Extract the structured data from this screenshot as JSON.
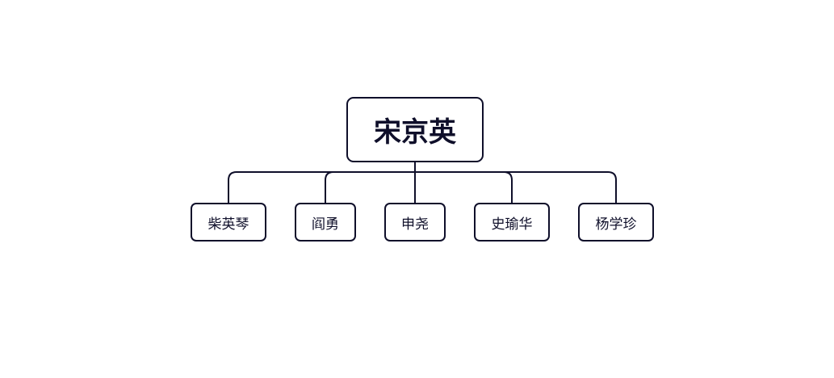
{
  "diagram": {
    "root": {
      "label": "宋京英"
    },
    "children": [
      {
        "label": "柴英琴"
      },
      {
        "label": "阎勇"
      },
      {
        "label": "申尧"
      },
      {
        "label": "史瑜华"
      },
      {
        "label": "杨学珍"
      }
    ],
    "colors": {
      "stroke": "#0f0f2a",
      "text": "#0f0f2a",
      "background": "#ffffff"
    }
  }
}
